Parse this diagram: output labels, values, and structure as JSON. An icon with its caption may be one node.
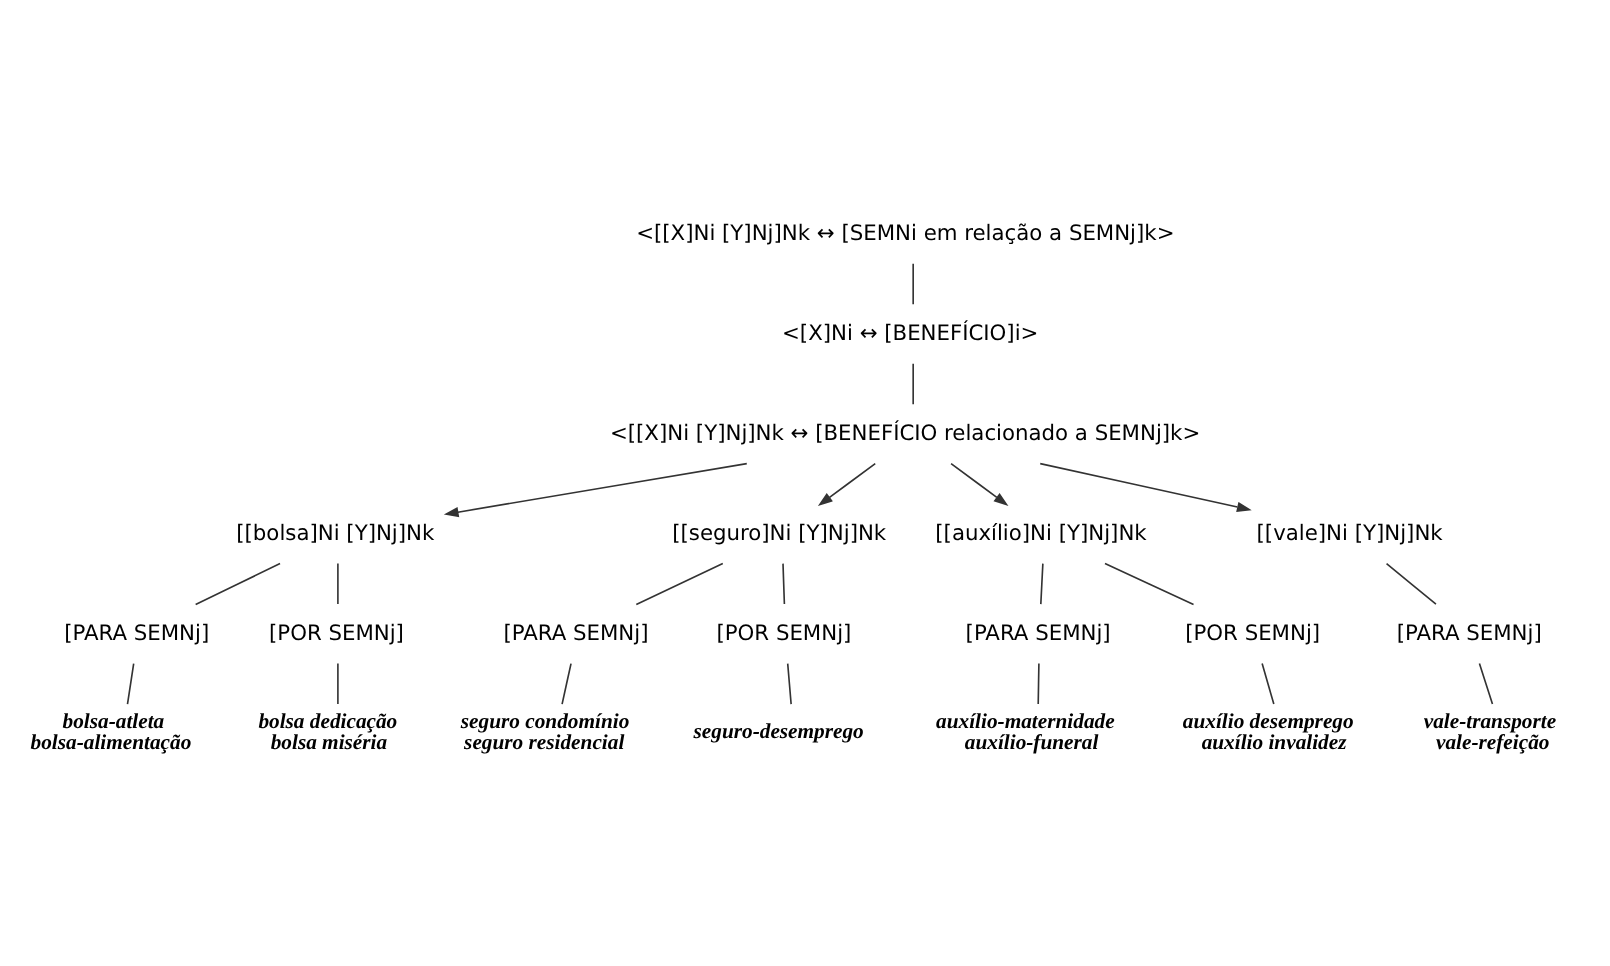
{
  "diagram": {
    "nodes": [
      {
        "text": [
          "<[[X]Ni [Y]Nj]Nk ↔ [SEMNi em relação a SEMNj]k>"
        ]
      },
      {
        "text": [
          "<[X]Ni ↔ [BENEFÍCIO]i>"
        ]
      },
      {
        "text": [
          "<[[X]Ni [Y]Nj]Nk ↔ [BENEFÍCIO relacionado a SEMNj]k>"
        ]
      },
      {
        "text": [
          "[[bolsa]Ni [Y]Nj]Nk"
        ]
      },
      {
        "text": [
          "[[seguro]Ni [Y]Nj]Nk"
        ]
      },
      {
        "text": [
          "[[auxílio]Ni [Y]Nj]Nk"
        ]
      },
      {
        "text": [
          "[[vale]Ni [Y]Nj]Nk"
        ]
      },
      {
        "text": [
          "[PARA SEMNj]"
        ]
      },
      {
        "text": [
          "[POR SEMNj]"
        ]
      },
      {
        "text": [
          "[PARA SEMNj]"
        ]
      },
      {
        "text": [
          "[POR SEMNj]"
        ]
      },
      {
        "text": [
          "[PARA SEMNj]"
        ]
      },
      {
        "text": [
          "[POR SEMNj]"
        ]
      },
      {
        "text": [
          "[PARA SEMNj]"
        ]
      },
      {
        "text": [
          "bolsa-atleta",
          "bolsa-alimentação"
        ]
      },
      {
        "text": [
          "bolsa dedicação",
          "bolsa miséria"
        ]
      },
      {
        "text": [
          "seguro condomínio",
          "seguro residencial"
        ]
      },
      {
        "text": [
          "seguro-desemprego"
        ]
      },
      {
        "text": [
          "auxílio-maternidade",
          "auxílio-funeral"
        ]
      },
      {
        "text": [
          "auxílio desemprego",
          "auxílio invalidez"
        ]
      },
      {
        "text": [
          "vale-transporte",
          "vale-refeição"
        ]
      }
    ],
    "edges": [
      {
        "from": 0,
        "to": 1,
        "arrow": "none"
      },
      {
        "from": 1,
        "to": 2,
        "arrow": "none"
      },
      {
        "from": 2,
        "to": 3,
        "arrow": "to"
      },
      {
        "from": 2,
        "to": 4,
        "arrow": "to"
      },
      {
        "from": 2,
        "to": 5,
        "arrow": "to"
      },
      {
        "from": 2,
        "to": 6,
        "arrow": "to"
      },
      {
        "from": 3,
        "to": 7,
        "arrow": "none"
      },
      {
        "from": 3,
        "to": 8,
        "arrow": "none"
      },
      {
        "from": 4,
        "to": 9,
        "arrow": "none"
      },
      {
        "from": 4,
        "to": 10,
        "arrow": "none"
      },
      {
        "from": 5,
        "to": 11,
        "arrow": "none"
      },
      {
        "from": 5,
        "to": 12,
        "arrow": "none"
      },
      {
        "from": 6,
        "to": 13,
        "arrow": "none"
      },
      {
        "from": 7,
        "to": 14,
        "arrow": "none"
      },
      {
        "from": 8,
        "to": 15,
        "arrow": "none"
      },
      {
        "from": 9,
        "to": 16,
        "arrow": "none"
      },
      {
        "from": 10,
        "to": 17,
        "arrow": "none"
      },
      {
        "from": 11,
        "to": 18,
        "arrow": "none"
      },
      {
        "from": 12,
        "to": 19,
        "arrow": "none"
      },
      {
        "from": 13,
        "to": 20,
        "arrow": "none"
      }
    ]
  }
}
